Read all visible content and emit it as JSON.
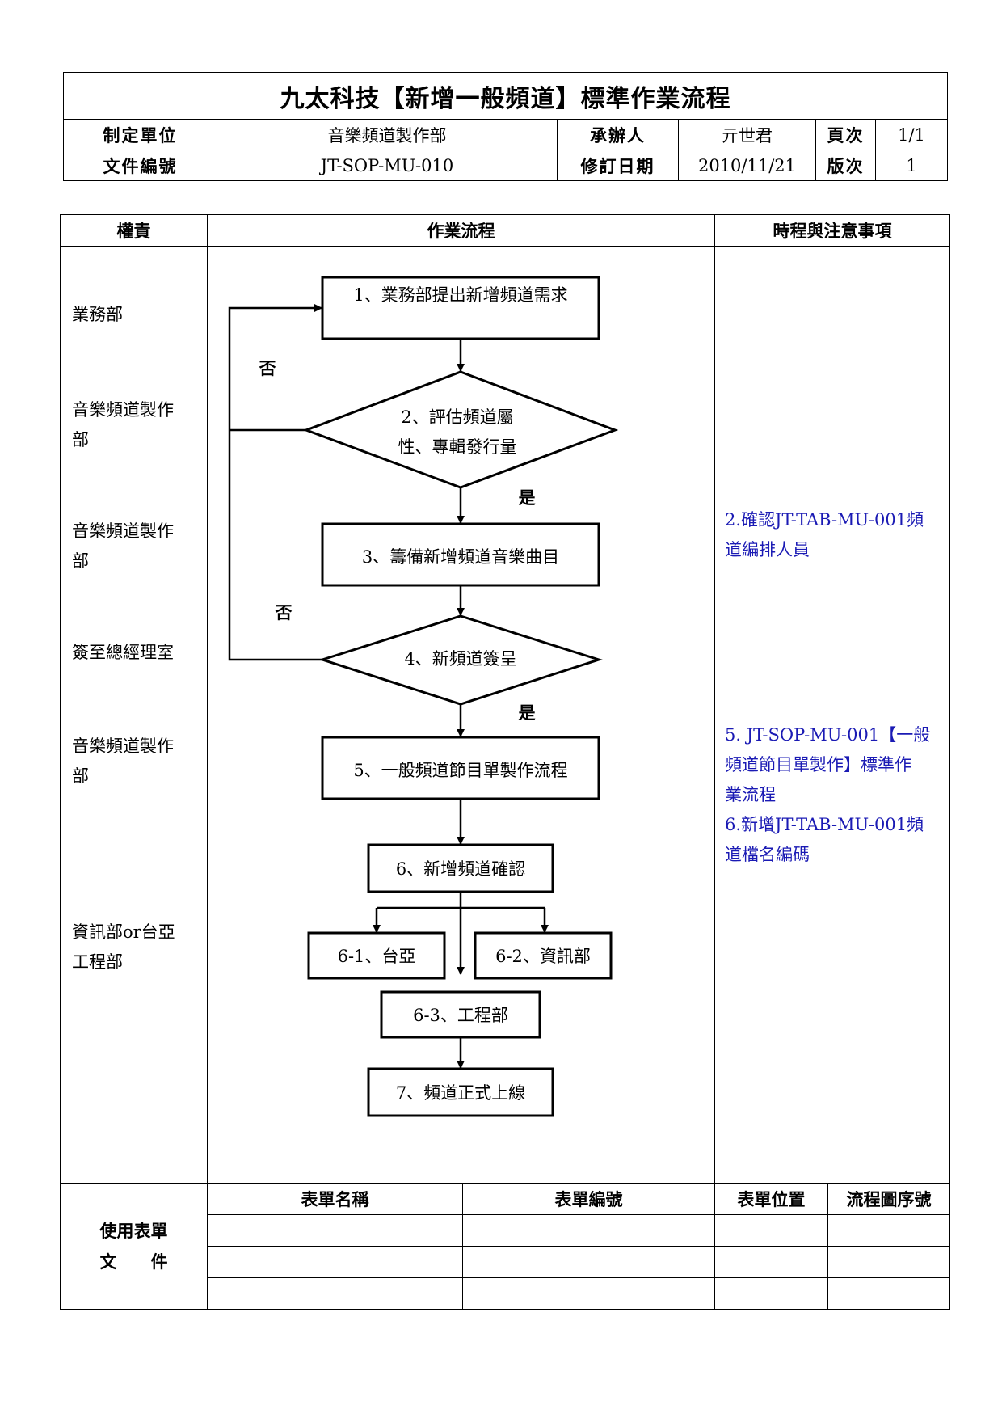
{
  "header": {
    "title": "九太科技【新增一般頻道】標準作業流程",
    "dept_label": "制定單位",
    "dept_value": "音樂頻道製作部",
    "owner_label": "承辦人",
    "owner_value": "亓世君",
    "page_label": "頁次",
    "page_value": "1/1",
    "doc_no_label": "文件編號",
    "doc_no_value": "JT-SOP-MU-010",
    "rev_date_label": "修訂日期",
    "rev_date_value": "2010/11/21",
    "version_label": "版次",
    "version_value": "1"
  },
  "columns": {
    "responsibility": "權責",
    "process": "作業流程",
    "notes": "時程與注意事項"
  },
  "responsibilities": [
    [
      "業務部"
    ],
    [
      "音樂頻道製作",
      "部"
    ],
    [
      "音樂頻道製作",
      "部"
    ],
    [
      "簽至總經理室"
    ],
    [
      "音樂頻道製作",
      "部"
    ],
    [
      "資訊部or台亞",
      "工程部"
    ]
  ],
  "flow": {
    "step1": "1、業務部提出新增頻道需求",
    "step2_line1": "2、評估頻道屬",
    "step2_line2": "性、專輯發行量",
    "step3": "3、籌備新增頻道音樂曲目",
    "step4": "4、新頻道簽呈",
    "step5": "5、一般頻道節目單製作流程",
    "step6": "6、新增頻道確認",
    "step6_1": "6-1、台亞",
    "step6_2": "6-2、資訊部",
    "step6_3": "6-3、工程部",
    "step7": "7、頻道正式上線",
    "no_label_1": "否",
    "yes_label_1": "是",
    "no_label_2": "否",
    "yes_label_2": "是"
  },
  "notes": {
    "note2": [
      "2.確認JT-TAB-MU-001頻",
      "道編排人員"
    ],
    "note5": [
      "5. JT-SOP-MU-001【一般",
      "頻道節目單製作】標準作",
      "業流程"
    ],
    "note6": [
      "6.新增JT-TAB-MU-001頻",
      "道檔名編碼"
    ]
  },
  "forms": {
    "label_line1": "使用表單",
    "label_line2": "文　　件",
    "col_name": "表單名稱",
    "col_number": "表單編號",
    "col_location": "表單位置",
    "col_flow_no": "流程圖序號"
  }
}
